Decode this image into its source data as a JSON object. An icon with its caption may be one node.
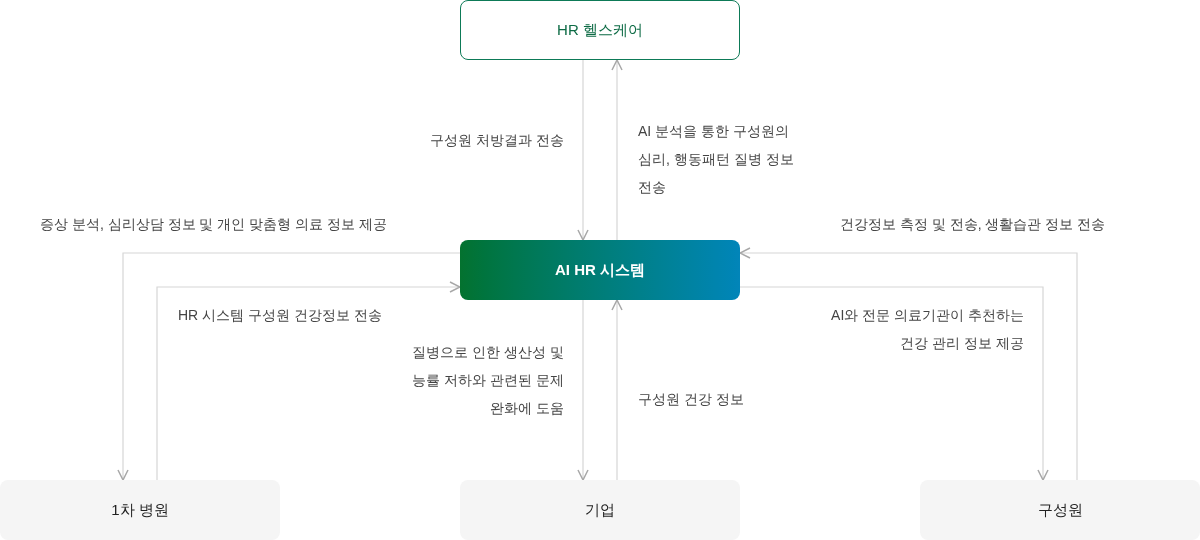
{
  "diagram": {
    "nodes": [
      {
        "text": [
          "HR 헬스케어"
        ]
      },
      {
        "text": [
          "AI HR 시스템"
        ]
      },
      {
        "text": [
          "1차 병원"
        ]
      },
      {
        "text": [
          "기업"
        ]
      },
      {
        "text": [
          "구성원"
        ]
      }
    ],
    "edges": [
      {
        "from": 0,
        "to": 1,
        "arrow": "to",
        "label": "구성원 처방결과 전송"
      },
      {
        "from": 1,
        "to": 0,
        "arrow": "to",
        "label": "AI 분석을 통한 구성원의 심리, 행동패턴 질병 정보 전송"
      },
      {
        "from": 1,
        "to": 2,
        "arrow": "to",
        "label": "증상 분석, 심리상담 정보 및 개인 맞춤형 의료 정보 제공"
      },
      {
        "from": 2,
        "to": 1,
        "arrow": "to",
        "label": "HR 시스템 구성원 건강정보 전송"
      },
      {
        "from": 1,
        "to": 3,
        "arrow": "to",
        "label": "질병으로 인한 생산성 및 능률 저하와 관련된 문제 완화에 도움"
      },
      {
        "from": 3,
        "to": 1,
        "arrow": "to",
        "label": "구성원 건강 정보"
      },
      {
        "from": 4,
        "to": 1,
        "arrow": "to",
        "label": "건강정보 측정 및 전송, 생활습관 정보 전송"
      },
      {
        "from": 1,
        "to": 4,
        "arrow": "to",
        "label": "AI와 전문 의료기관이 추천하는 건강 관리 정보 제공"
      }
    ]
  }
}
